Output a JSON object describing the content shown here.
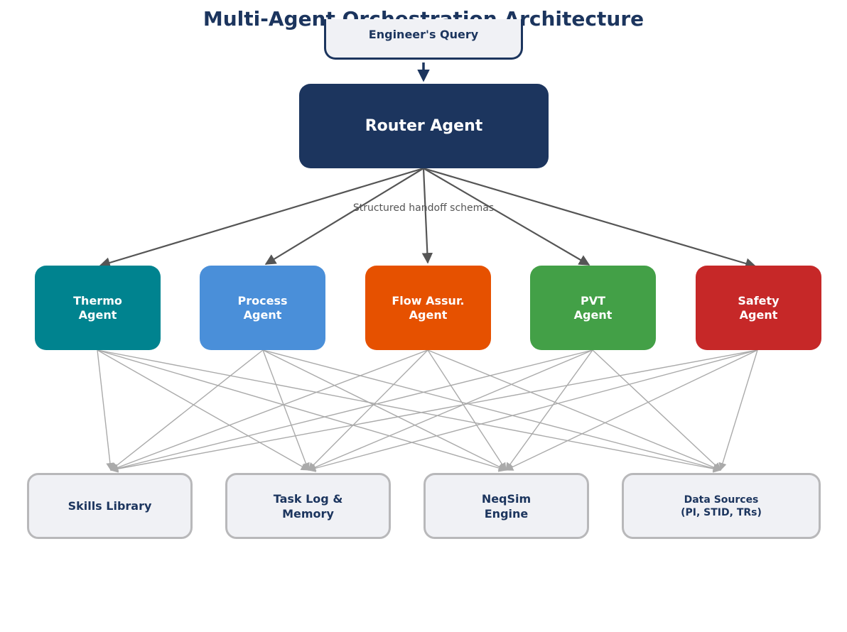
{
  "title": "Multi-Agent Orchestration Architecture",
  "query_label": "Engineer's Query",
  "router_label": "Router Agent",
  "handoff_label": "Structured handoff schemas",
  "agents": [
    {
      "label": "Thermo\nAgent",
      "color": "#00838f"
    },
    {
      "label": "Process\nAgent",
      "color": "#4a8fd9"
    },
    {
      "label": "Flow Assur.\nAgent",
      "color": "#e65100"
    },
    {
      "label": "PVT\nAgent",
      "color": "#43a047"
    },
    {
      "label": "Safety\nAgent",
      "color": "#c62828"
    }
  ],
  "resources": [
    {
      "label": "Skills Library"
    },
    {
      "label": "Task Log &\nMemory"
    },
    {
      "label": "NeqSim\nEngine"
    },
    {
      "label": "Data Sources\n(PI, STID, TRs)"
    }
  ],
  "colors": {
    "primary": "#1c355e",
    "router_arrow": "#555555",
    "resource_arrow": "#aaaaaa",
    "resource_fill": "#f0f1f5",
    "resource_border": "#b8b8ba"
  }
}
